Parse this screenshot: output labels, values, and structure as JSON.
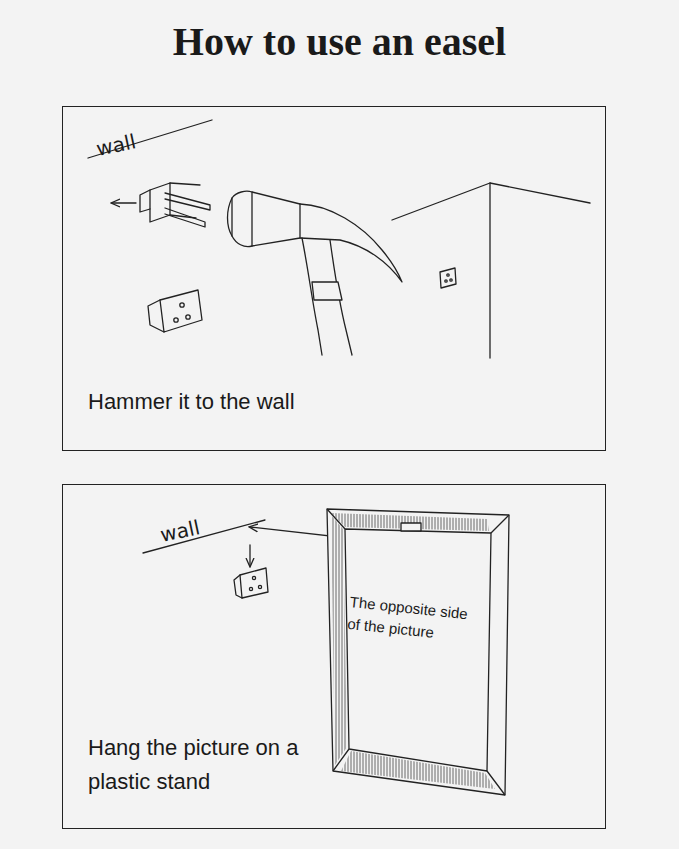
{
  "diagram": {
    "title": "How to use an easel",
    "nodes": [
      {
        "text": [
          "wall",
          "Hammer it to the wall"
        ]
      },
      {
        "text": [
          "wall",
          "Hang the picture on a plastic stand"
        ]
      },
      {
        "text": [
          "The opposite side of the picture"
        ],
        "in": 1
      }
    ]
  }
}
